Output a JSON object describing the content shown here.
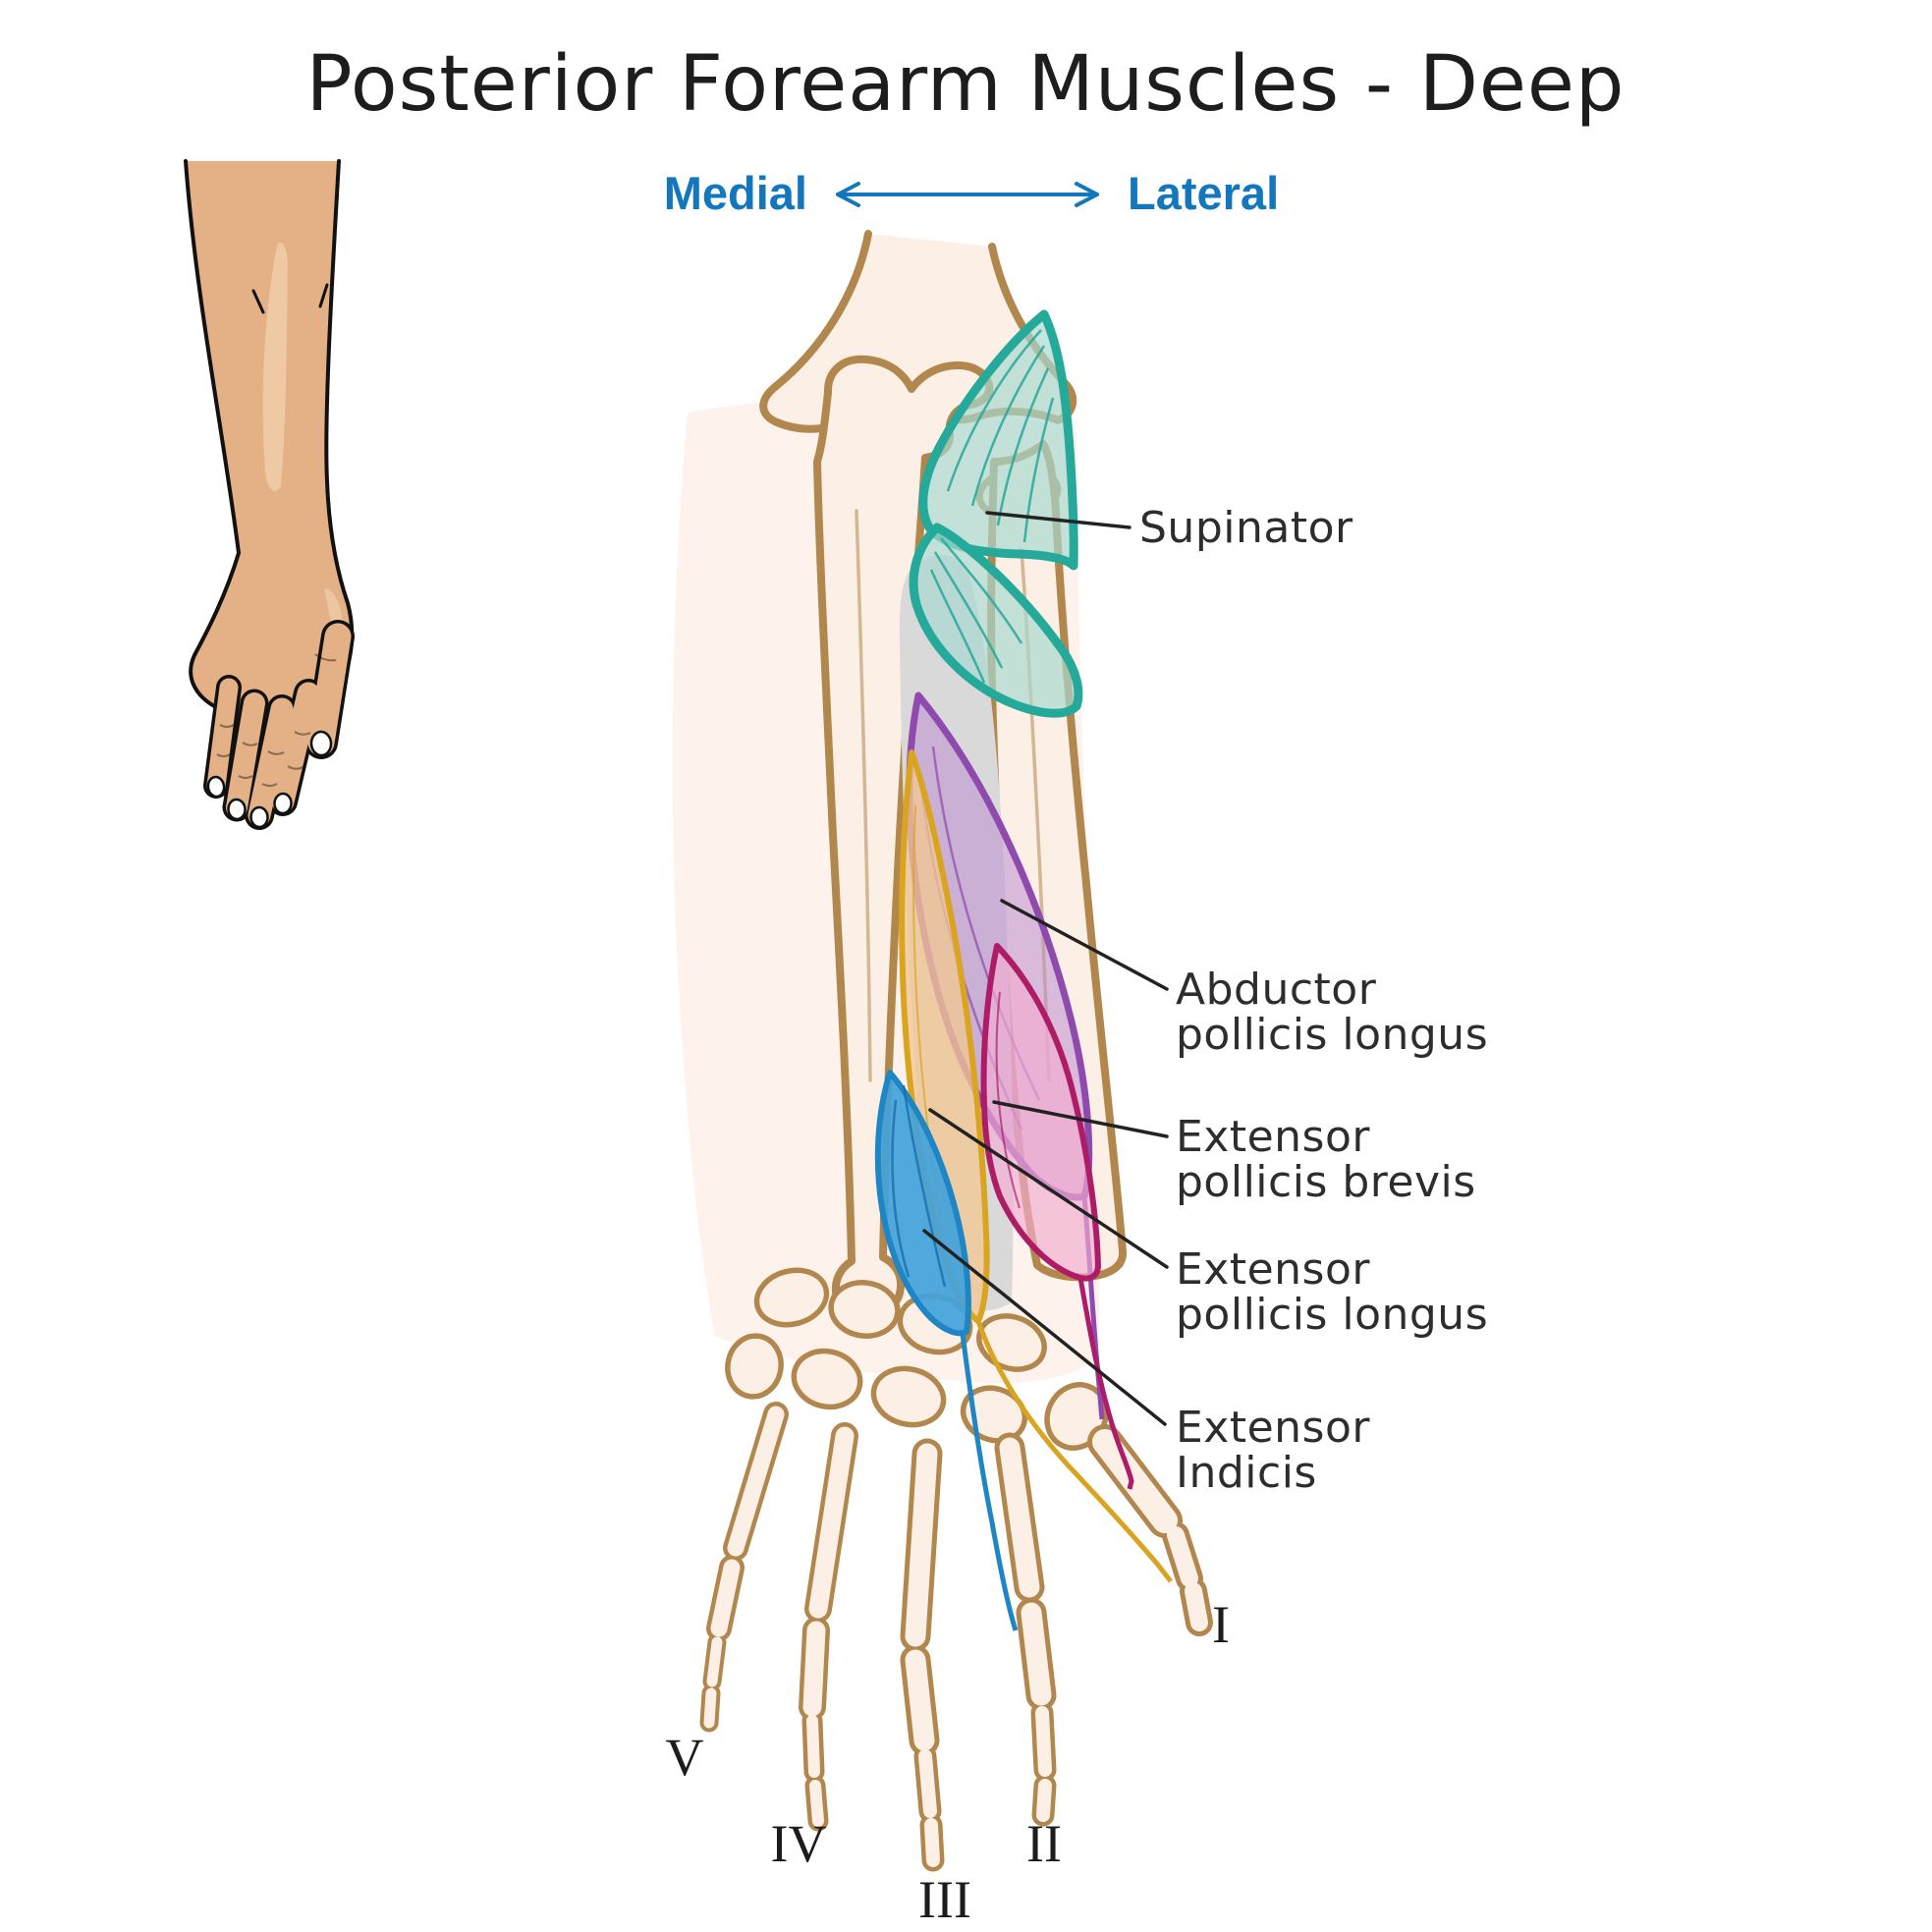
{
  "title": "Posterior Forearm Muscles - Deep",
  "orientation": {
    "left": "Medial",
    "right": "Lateral"
  },
  "labels": {
    "supinator": {
      "line1": "Supinator"
    },
    "abductor_pollicis_longus": {
      "line1": "Abductor",
      "line2": "pollicis longus"
    },
    "extensor_pollicis_brevis": {
      "line1": "Extensor",
      "line2": "pollicis brevis"
    },
    "extensor_pollicis_longus": {
      "line1": "Extensor",
      "line2": "pollicis longus"
    },
    "extensor_indicis": {
      "line1": "Extensor",
      "line2": "Indicis"
    }
  },
  "digit_numerals": {
    "thumb": "I",
    "index": "II",
    "middle": "III",
    "ring": "IV",
    "little": "V"
  },
  "palette": {
    "title_text": "#1d1d1d",
    "label_text": "#2d2d2d",
    "leader_line": "#222222",
    "orientation_blue": "#1377bd",
    "bone_outline": "#b2874e",
    "bone_fill": "#fcefe5",
    "flesh_fill": "#fdf2ec",
    "membrane_gray": "#d9d9d9",
    "supinator_stroke": "#25a99a",
    "supinator_fill": "#a8d8d0",
    "abductor_stroke": "#8e4bad",
    "abductor_fill": "#ba8ad0",
    "epb_stroke": "#ae1b67",
    "epb_fill": "#f3add3",
    "epl_stroke": "#d9a41f",
    "epl_fill": "#f2c694",
    "ei_stroke": "#1f86c5",
    "ei_fill": "#42a2db",
    "skin_fill": "#e3b185",
    "skin_highlight": "#eec9a3",
    "skin_outline": "#111111"
  }
}
